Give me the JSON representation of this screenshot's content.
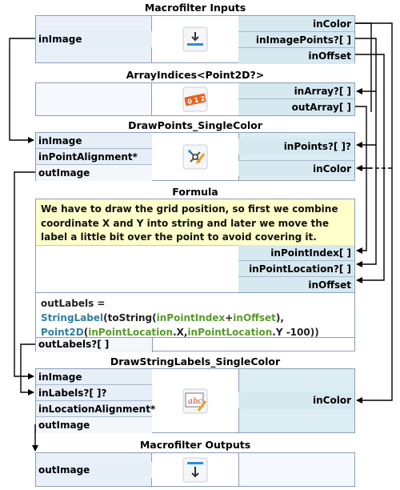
{
  "blocks": {
    "inputs": {
      "title": "Macrofilter Inputs",
      "in_ports": [
        "inImage"
      ],
      "out_ports": [
        "inColor",
        "inImagePoints?[ ]",
        "inOffset"
      ]
    },
    "array_indices": {
      "title": "ArrayIndices<Point2D?>",
      "out_ports": [
        "inArray?[ ]",
        "outArray[ ]"
      ]
    },
    "draw_points": {
      "title": "DrawPoints_SingleColor",
      "in_ports": [
        "inImage",
        "inPointAlignment*"
      ],
      "out_in_ports": [
        "inPoints?[ ]?",
        "inColor"
      ],
      "outputs": [
        "outImage"
      ]
    },
    "formula": {
      "title": "Formula",
      "comment": "We have to draw the grid position, so first we combine coordinate X and Y into string and later we move the label a little bit over the point to avoid covering it.",
      "in_ports": [
        "inPointIndex[ ]",
        "inPointLocation?[ ]",
        "inOffset"
      ],
      "expr": {
        "line1": "outLabels =",
        "l2_fn1": "StringLabel",
        "l2_a": "(toString(",
        "l2_v1": "inPointIndex",
        "l2_b": "+",
        "l2_v2": "inOffset",
        "l2_c": "),",
        "l3_fn": "Point2D",
        "l3_a": "(",
        "l3_v1": "inPointLocation",
        "l3_b": ".X,",
        "l3_v2": "inPointLocation",
        "l3_c": ".Y -100))"
      },
      "outputs": [
        "outLabels?[ ]"
      ]
    },
    "draw_labels": {
      "title": "DrawStringLabels_SingleColor",
      "in_ports": [
        "inImage",
        "inLabels?[ ]?",
        "inLocationAlignment*"
      ],
      "out_in_ports": [
        "inColor"
      ],
      "outputs": [
        "outImage"
      ]
    },
    "outputs": {
      "title": "Macrofilter Outputs",
      "in_ports": [
        "outImage"
      ]
    }
  },
  "icons": {
    "inputs": "download-arrow-icon",
    "array_indices": "array-indices-icon",
    "draw_points": "draw-points-icon",
    "draw_labels": "draw-labels-icon",
    "outputs": "output-arrow-icon"
  },
  "colors": {
    "block_border": "#8d9fb3",
    "in_column": "#eaf0fa",
    "out_column": "#dcedf3",
    "comment_bg": "#ffffcc",
    "function_color": "#2f7f9f",
    "variable_color": "#5a9a2a",
    "icon_blue": "#2a8fd8",
    "icon_orange": "#e8641e"
  }
}
